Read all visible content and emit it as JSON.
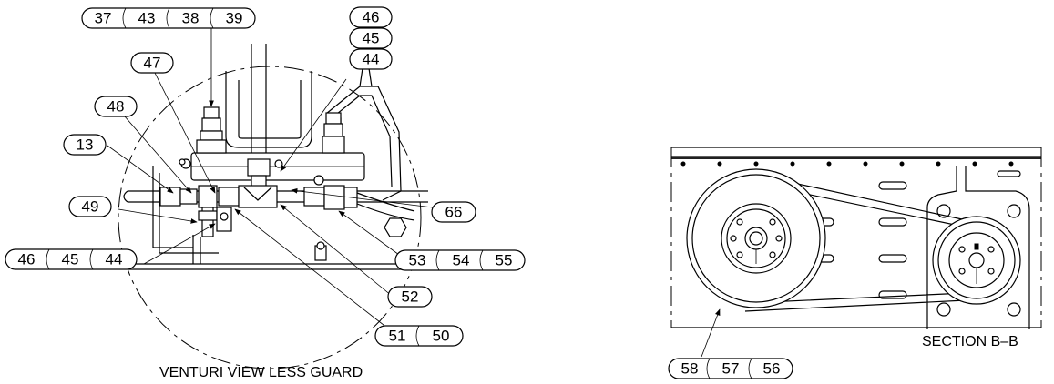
{
  "left_view": {
    "caption": "VENTURI VIEW LESS GUARD",
    "callouts": {
      "c37": "37",
      "c43": "43",
      "c38": "38",
      "c39": "39",
      "c46a": "46",
      "c45a": "45",
      "c44a": "44",
      "c47": "47",
      "c48": "48",
      "c13": "13",
      "c49": "49",
      "c46b": "46",
      "c45b": "45",
      "c44b": "44",
      "c66": "66",
      "c53": "53",
      "c54": "54",
      "c55": "55",
      "c52": "52",
      "c51": "51",
      "c50": "50"
    }
  },
  "right_view": {
    "caption": "SECTION B–B",
    "callouts": {
      "c58": "58",
      "c57": "57",
      "c56": "56"
    }
  }
}
